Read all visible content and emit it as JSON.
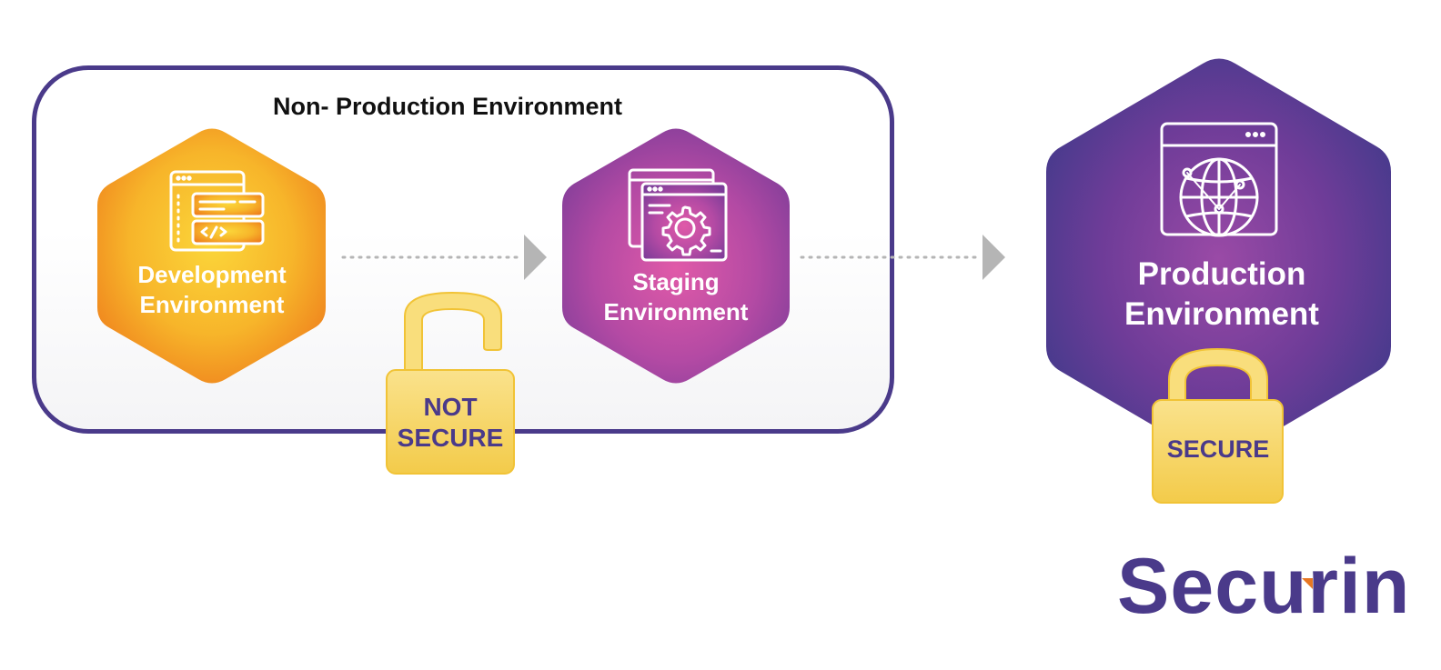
{
  "nonprod_title": "Non- Production Environment",
  "stages": {
    "development": {
      "line1": "Development",
      "line2": "Environment"
    },
    "staging": {
      "line1": "Staging",
      "line2": "Environment"
    },
    "production": {
      "line1": "Production",
      "line2": "Environment"
    }
  },
  "locks": {
    "not_secure": {
      "line1": "NOT",
      "line2": "SECURE",
      "state": "open"
    },
    "secure": {
      "label": "SECURE",
      "state": "closed"
    }
  },
  "logo": {
    "brand": "Securin"
  },
  "colors": {
    "purple": "#4a3a8a",
    "dev_orange": "#f3a21c",
    "staging_magenta": "#c34fa6",
    "production_violet": "#5b3a96",
    "lock_yellow": "#f7d46a",
    "arrow_gray": "#b5b5b5",
    "logo_accent": "#e87722"
  }
}
